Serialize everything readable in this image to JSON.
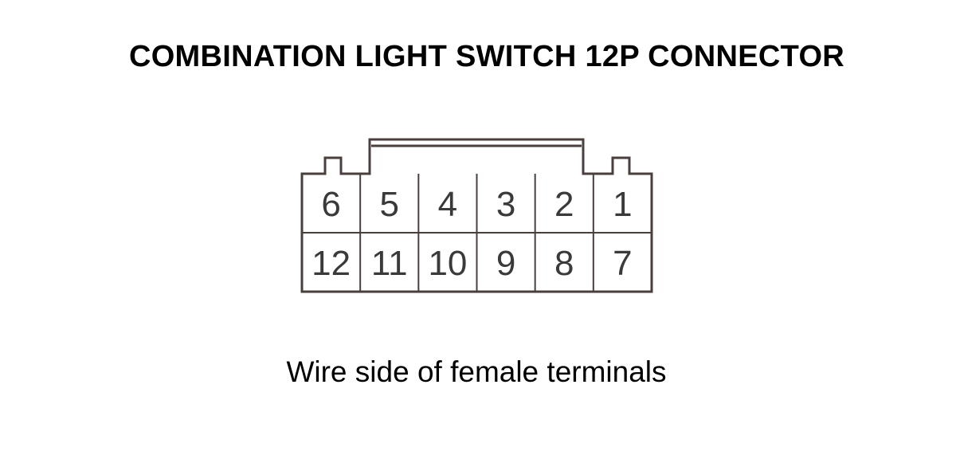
{
  "title": "COMBINATION LIGHT SWITCH 12P CONNECTOR",
  "caption": "Wire side of female terminals",
  "connector": {
    "top_row": [
      "6",
      "5",
      "4",
      "3",
      "2",
      "1"
    ],
    "bottom_row": [
      "12",
      "11",
      "10",
      "9",
      "8",
      "7"
    ]
  },
  "colors": {
    "outline": "#4a3f3c",
    "text": "#000000",
    "pin_text": "#3a3a3a"
  }
}
